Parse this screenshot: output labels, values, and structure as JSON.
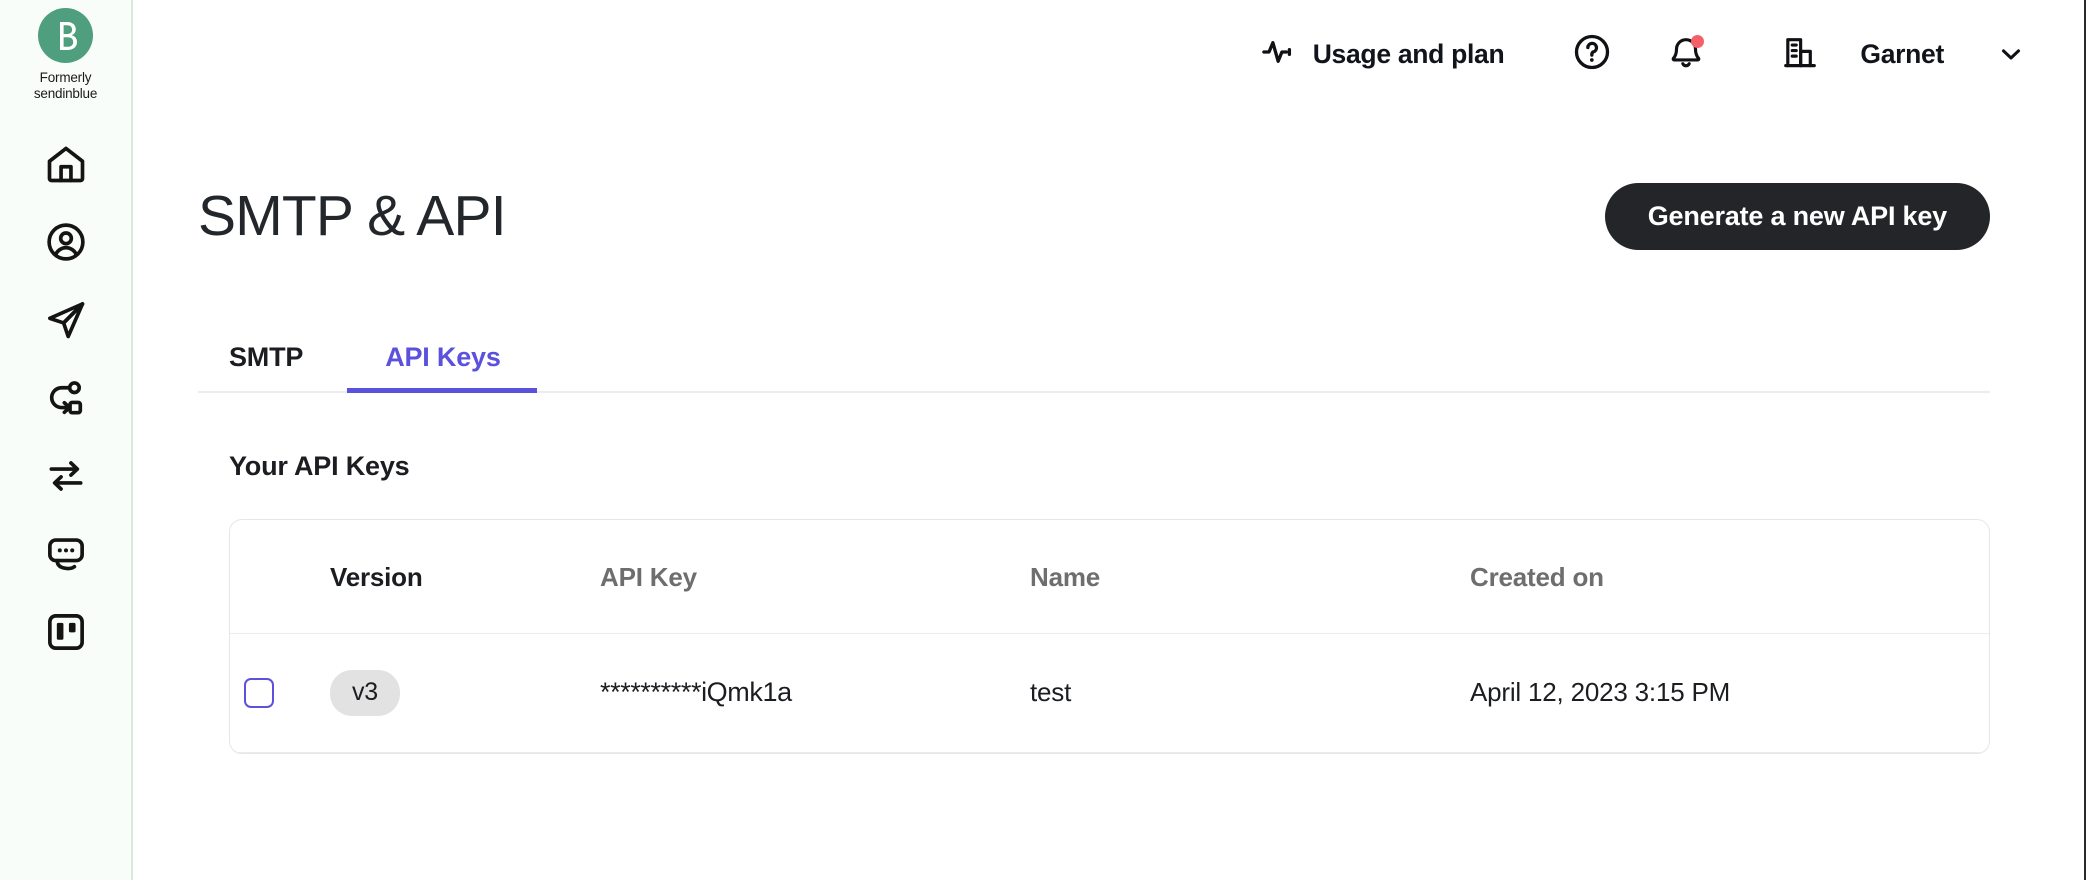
{
  "sidebar": {
    "brand": {
      "mark_letter": "B",
      "subtitle_line1": "Formerly",
      "subtitle_line2": "sendinblue"
    },
    "items": [
      {
        "icon": "home-icon",
        "name": "home"
      },
      {
        "icon": "contacts-icon",
        "name": "contacts"
      },
      {
        "icon": "campaigns-icon",
        "name": "campaigns"
      },
      {
        "icon": "automation-icon",
        "name": "automation"
      },
      {
        "icon": "transactional-icon",
        "name": "transactional"
      },
      {
        "icon": "conversations-icon",
        "name": "conversations"
      },
      {
        "icon": "deals-icon",
        "name": "deals"
      }
    ]
  },
  "topbar": {
    "usage_label": "Usage and plan",
    "usage_icon": "activity-pulse-icon",
    "help_icon": "question-circle-icon",
    "notifications_icon": "bell-icon",
    "notifications_has_badge": true,
    "company_icon": "building-icon",
    "account_name": "Garnet",
    "account_chevron_icon": "chevron-down-icon"
  },
  "page": {
    "title": "SMTP & API",
    "primary_button": "Generate a new API key"
  },
  "tabs": [
    {
      "label": "SMTP",
      "active": false
    },
    {
      "label": "API Keys",
      "active": true
    }
  ],
  "section": {
    "title": "Your API Keys"
  },
  "table": {
    "columns": [
      "",
      "Version",
      "API Key",
      "Name",
      "Created on"
    ],
    "rows": [
      {
        "selected": false,
        "version": "v3",
        "api_key": "**********iQmk1a",
        "name": "test",
        "created_on": "April 12, 2023 3:15 PM"
      }
    ]
  },
  "colors": {
    "accent_purple": "#5c51dd",
    "brand_green": "#4f9f7e",
    "button_dark": "#232528",
    "notification_red": "#f4606a",
    "rail_background": "#f9fdf9",
    "rail_border": "#d7e9e1",
    "badge_grey": "#e2e2e2",
    "muted_text": "#6e6e6e"
  }
}
